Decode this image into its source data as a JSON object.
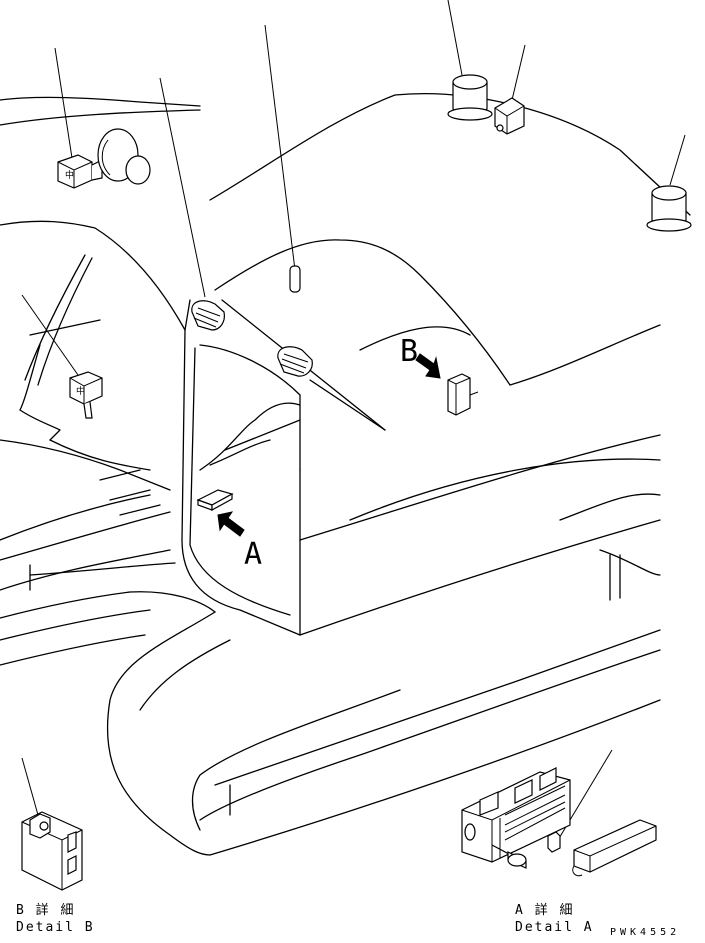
{
  "callouts": {
    "a": "A",
    "b": "B"
  },
  "details": {
    "b_jp": "B 詳 細",
    "b_en": "Detail B",
    "a_jp": "A 詳 細",
    "a_en": "Detail A"
  },
  "drawing_number": "PWK4552"
}
